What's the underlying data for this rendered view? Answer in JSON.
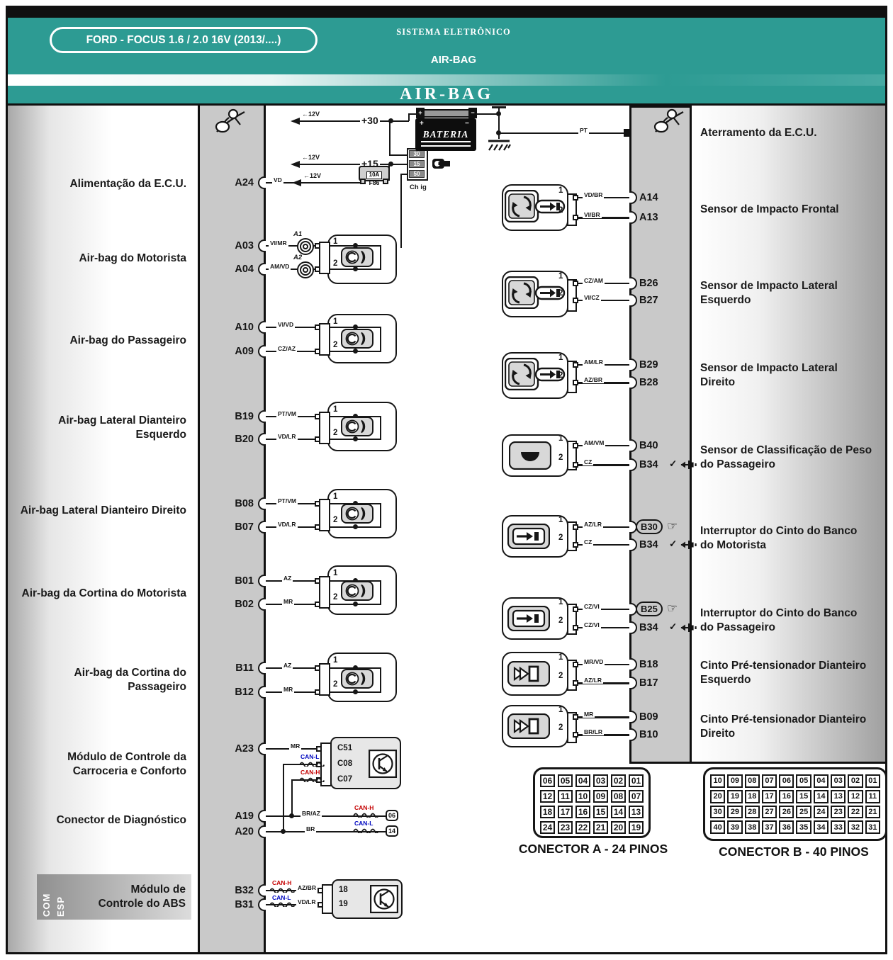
{
  "header": {
    "badge": "FORD - FOCUS 1.6 / 2.0 16V (2013/....)",
    "system": "SISTEMA ELETRÔNICO",
    "subsystem": "AIR-BAG",
    "title": "AIR-BAG",
    "teal": "#2d9b93"
  },
  "power": {
    "plus30": "+30",
    "plus15": "+15",
    "v12": "←12V",
    "battery": "BATERIA",
    "plus": "+",
    "minus": "−",
    "fuse_amp": "10A",
    "fuse_id": "F86",
    "ign_terminals": [
      "30",
      "15",
      "50"
    ],
    "ign_label": "Ch ig",
    "pt_wire": "PT"
  },
  "left": {
    "rows": [
      {
        "label": "Alimentação da E.C.U.",
        "pins": [
          {
            "id": "A24",
            "wire": "VD"
          }
        ]
      },
      {
        "label": "Air-bag do Motorista",
        "tags": [
          "A1",
          "A2"
        ],
        "n": [
          "1",
          "2"
        ],
        "pins": [
          {
            "id": "A03",
            "wire": "VI/MR"
          },
          {
            "id": "A04",
            "wire": "AM/VD"
          }
        ]
      },
      {
        "label": "Air-bag do Passageiro",
        "n": [
          "1",
          "2"
        ],
        "pins": [
          {
            "id": "A10",
            "wire": "VI/VD"
          },
          {
            "id": "A09",
            "wire": "CZ/AZ"
          }
        ]
      },
      {
        "label": "Air-bag Lateral Dianteiro Esquerdo",
        "n": [
          "1",
          "2"
        ],
        "pins": [
          {
            "id": "B19",
            "wire": "PT/VM"
          },
          {
            "id": "B20",
            "wire": "VD/LR"
          }
        ]
      },
      {
        "label": "Air-bag Lateral Dianteiro Direito",
        "n": [
          "1",
          "2"
        ],
        "pins": [
          {
            "id": "B08",
            "wire": "PT/VM"
          },
          {
            "id": "B07",
            "wire": "VD/LR"
          }
        ]
      },
      {
        "label": "Air-bag da Cortina do Motorista",
        "n": [
          "1",
          "2"
        ],
        "pins": [
          {
            "id": "B01",
            "wire": "AZ"
          },
          {
            "id": "B02",
            "wire": "MR"
          }
        ]
      },
      {
        "label": "Air-bag da Cortina do Passageiro",
        "n": [
          "1",
          "2"
        ],
        "pins": [
          {
            "id": "B11",
            "wire": "AZ"
          },
          {
            "id": "B12",
            "wire": "MR"
          }
        ]
      },
      {
        "label": "Módulo de Controle da Carroceria e Conforto",
        "pins": [
          {
            "id": "A23",
            "wire": "MR"
          }
        ],
        "module_pins": [
          "C51",
          "C08",
          "C07"
        ],
        "can": [
          "CAN-L",
          "CAN-H"
        ]
      },
      {
        "label": "Conector de Diagnóstico",
        "pins": [
          {
            "id": "A19",
            "wire": "BR/AZ",
            "can": "CAN-H",
            "dlc_pin": "06"
          },
          {
            "id": "A20",
            "wire": "BR",
            "can": "CAN-L",
            "dlc_pin": "14"
          }
        ]
      },
      {
        "label": "Módulo de Controle do ABS",
        "side_tags": [
          "COM",
          "ESP"
        ],
        "pins": [
          {
            "id": "B32",
            "can": "CAN-H",
            "wire": "AZ/BR",
            "module_pin": "18"
          },
          {
            "id": "B31",
            "can": "CAN-L",
            "wire": "VD/LR",
            "module_pin": "19"
          }
        ]
      }
    ]
  },
  "right": {
    "ground_label": "Aterramento da E.C.U.",
    "rows": [
      {
        "label": "Sensor de Impacto Frontal",
        "n": [
          "1",
          "2"
        ],
        "pins": [
          {
            "wire": "VD/BR",
            "id": "A14"
          },
          {
            "wire": "VI/BR",
            "id": "A13"
          }
        ]
      },
      {
        "label": "Sensor de Impacto Lateral Esquerdo",
        "n": [
          "1",
          "2"
        ],
        "pins": [
          {
            "wire": "CZ/AM",
            "id": "B26"
          },
          {
            "wire": "VI/CZ",
            "id": "B27"
          }
        ]
      },
      {
        "label": "Sensor de Impacto Lateral Direito",
        "n": [
          "1",
          "2"
        ],
        "pins": [
          {
            "wire": "AM/LR",
            "id": "B29"
          },
          {
            "wire": "AZ/BR",
            "id": "B28"
          }
        ]
      },
      {
        "label": "Sensor de Classificação de Peso do Passageiro",
        "n": [
          "1",
          "2"
        ],
        "pins": [
          {
            "wire": "AM/VM",
            "id": "B40"
          },
          {
            "wire": "CZ",
            "id": "B34",
            "check": "✓"
          }
        ]
      },
      {
        "label": "Interruptor do Cinto do Banco do Motorista",
        "n": [
          "1",
          "2"
        ],
        "pins": [
          {
            "wire": "AZ/LR",
            "id": "B30",
            "hand": "☞"
          },
          {
            "wire": "CZ",
            "id": "B34",
            "check": "✓"
          }
        ]
      },
      {
        "label": "Interruptor do Cinto do Banco do Passageiro",
        "n": [
          "1",
          "2"
        ],
        "pins": [
          {
            "wire": "CZ/VI",
            "id": "B25",
            "hand": "☞"
          },
          {
            "wire": "CZ/VI",
            "id": "B34",
            "check": "✓"
          }
        ]
      },
      {
        "label": "Cinto Pré-tensionador Dianteiro Esquerdo",
        "n": [
          "1",
          "2"
        ],
        "pins": [
          {
            "wire": "MR/VD",
            "id": "B18"
          },
          {
            "wire": "AZ/LR",
            "id": "B17"
          }
        ]
      },
      {
        "label": "Cinto Pré-tensionador Dianteiro Direito",
        "n": [
          "1",
          "2"
        ],
        "pins": [
          {
            "wire": "MR",
            "id": "B09"
          },
          {
            "wire": "BR/LR",
            "id": "B10"
          }
        ]
      }
    ]
  },
  "connectors": [
    {
      "title": "CONECTOR A - 24 PINOS",
      "pins": [
        "06",
        "05",
        "04",
        "03",
        "02",
        "01",
        "12",
        "11",
        "10",
        "09",
        "08",
        "07",
        "18",
        "17",
        "16",
        "15",
        "14",
        "13",
        "24",
        "23",
        "22",
        "21",
        "20",
        "19"
      ]
    },
    {
      "title": "CONECTOR B - 40 PINOS",
      "pins": [
        "10",
        "09",
        "08",
        "07",
        "06",
        "05",
        "04",
        "03",
        "02",
        "01",
        "20",
        "19",
        "18",
        "17",
        "16",
        "15",
        "14",
        "13",
        "12",
        "11",
        "30",
        "29",
        "28",
        "27",
        "26",
        "25",
        "24",
        "23",
        "22",
        "21",
        "40",
        "39",
        "38",
        "37",
        "36",
        "35",
        "34",
        "33",
        "32",
        "31"
      ]
    }
  ]
}
